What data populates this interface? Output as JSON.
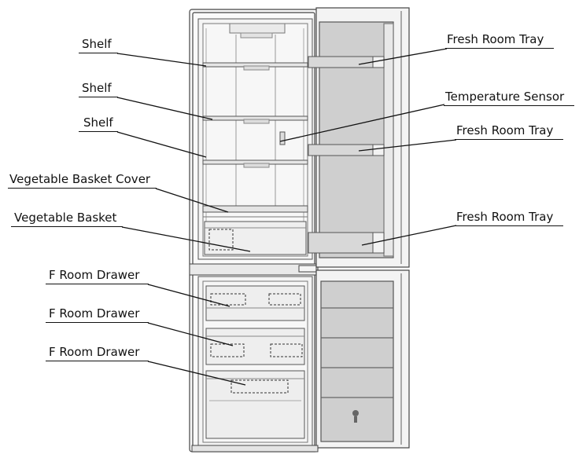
{
  "labels": {
    "shelf_1": "Shelf",
    "shelf_2": "Shelf",
    "shelf_3": "Shelf",
    "vegetable_basket_cover": "Vegetable Basket Cover",
    "vegetable_basket": "Vegetable Basket",
    "f_room_drawer_1": "F Room Drawer",
    "f_room_drawer_2": "F Room Drawer",
    "f_room_drawer_3": "F Room Drawer",
    "fresh_room_tray_1": "Fresh Room Tray",
    "temperature_sensor": "Temperature Sensor",
    "fresh_room_tray_2": "Fresh Room Tray",
    "fresh_room_tray_3": "Fresh Room Tray"
  },
  "colors": {
    "line": "#111111",
    "outline": "#444444",
    "interior": "#f4f4f4",
    "door_panel": "#cfcfcf",
    "background": "#ffffff"
  }
}
